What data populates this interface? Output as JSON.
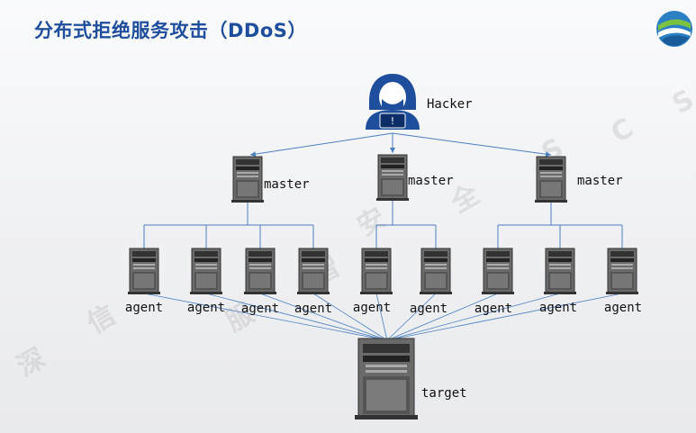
{
  "title": "分布式拒绝服务攻击（DDoS）",
  "hacker_label": "Hacker",
  "master_label": "master",
  "agent_label": "agent",
  "target_label": "target",
  "watermark_chars": [
    "深",
    "信",
    "服",
    "智",
    "安",
    "全",
    "S",
    "C",
    "S"
  ],
  "colors": {
    "title": "#1f4e9c",
    "lines": "#4a7fc1",
    "hacker": "#1f4e9c",
    "server": "#555555"
  },
  "icons": {
    "hacker": "hacker-hood-icon",
    "server": "tower-server-icon",
    "logo": "sangfor-logo-icon"
  }
}
